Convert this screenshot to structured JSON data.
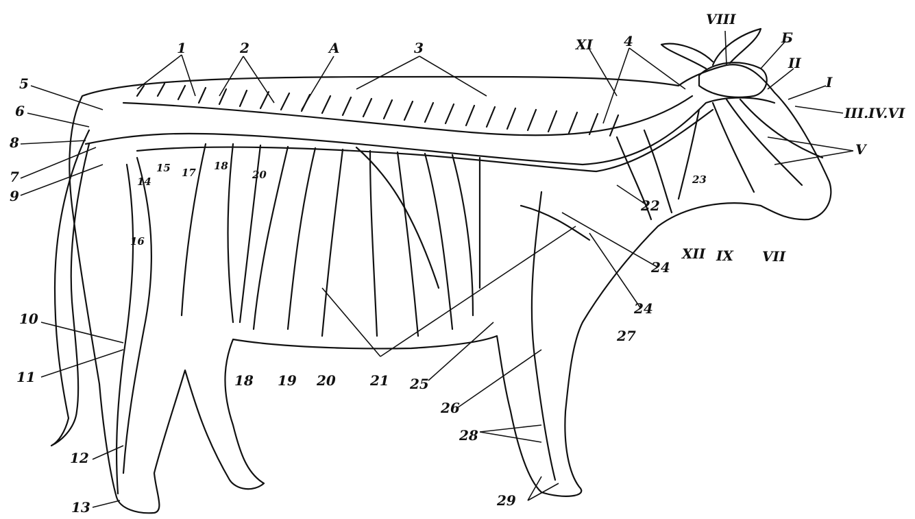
{
  "labels": {
    "l1": "1",
    "l2": "2",
    "lA": "A",
    "l3": "3",
    "lXI": "XI",
    "l4": "4",
    "lVIII": "VIII",
    "lB": "Б",
    "lII": "II",
    "lI": "I",
    "lIIIIVVI": "III.IV.VI",
    "lV": "V",
    "l5": "5",
    "l6": "6",
    "l8": "8",
    "l7": "7",
    "l9": "9",
    "l14": "14",
    "l15": "15",
    "l17": "17",
    "l18a": "18",
    "l20a": "20",
    "l16": "16",
    "l23": "23",
    "l22": "22",
    "lXII": "XII",
    "lIX": "IX",
    "lVII": "VII",
    "l24a": "24",
    "l24b": "24",
    "l27": "27",
    "l10": "10",
    "l11": "11",
    "l18b": "18",
    "l19": "19",
    "l20b": "20",
    "l21": "21",
    "l25": "25",
    "l26": "26",
    "l28": "28",
    "l12": "12",
    "l13": "13",
    "l29": "29"
  }
}
